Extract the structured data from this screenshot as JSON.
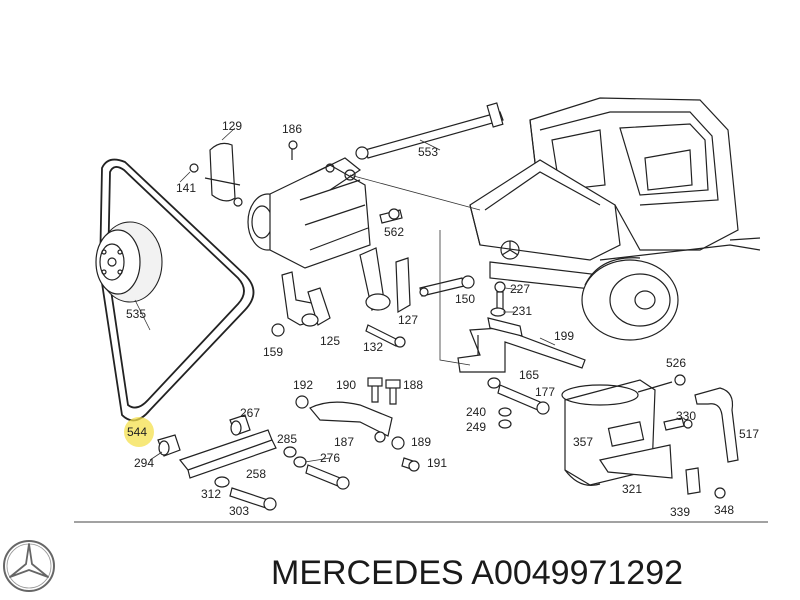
{
  "diagram": {
    "part_labels": [
      {
        "id": "129",
        "text": "129"
      },
      {
        "id": "186",
        "text": "186"
      },
      {
        "id": "553",
        "text": "553"
      },
      {
        "id": "141",
        "text": "141"
      },
      {
        "id": "562",
        "text": "562"
      },
      {
        "id": "535",
        "text": "535"
      },
      {
        "id": "150",
        "text": "150"
      },
      {
        "id": "227",
        "text": "227"
      },
      {
        "id": "231",
        "text": "231"
      },
      {
        "id": "127",
        "text": "127"
      },
      {
        "id": "199",
        "text": "199"
      },
      {
        "id": "159",
        "text": "159"
      },
      {
        "id": "125",
        "text": "125"
      },
      {
        "id": "132",
        "text": "132"
      },
      {
        "id": "165",
        "text": "165"
      },
      {
        "id": "526",
        "text": "526"
      },
      {
        "id": "192",
        "text": "192"
      },
      {
        "id": "190",
        "text": "190"
      },
      {
        "id": "188",
        "text": "188"
      },
      {
        "id": "177",
        "text": "177"
      },
      {
        "id": "267",
        "text": "267"
      },
      {
        "id": "240",
        "text": "240"
      },
      {
        "id": "330",
        "text": "330"
      },
      {
        "id": "249",
        "text": "249"
      },
      {
        "id": "517",
        "text": "517"
      },
      {
        "id": "544",
        "text": "544"
      },
      {
        "id": "285",
        "text": "285"
      },
      {
        "id": "187",
        "text": "187"
      },
      {
        "id": "189",
        "text": "189"
      },
      {
        "id": "357",
        "text": "357"
      },
      {
        "id": "294",
        "text": "294"
      },
      {
        "id": "276",
        "text": "276"
      },
      {
        "id": "258",
        "text": "258"
      },
      {
        "id": "191",
        "text": "191"
      },
      {
        "id": "312",
        "text": "312"
      },
      {
        "id": "321",
        "text": "321"
      },
      {
        "id": "303",
        "text": "303"
      },
      {
        "id": "339",
        "text": "339"
      },
      {
        "id": "348",
        "text": "348"
      }
    ],
    "highlight_color": "#f4e04d"
  },
  "footer": {
    "logo_icon": "mercedes-star-icon",
    "brand_text": "MERCEDES A0049971292"
  }
}
